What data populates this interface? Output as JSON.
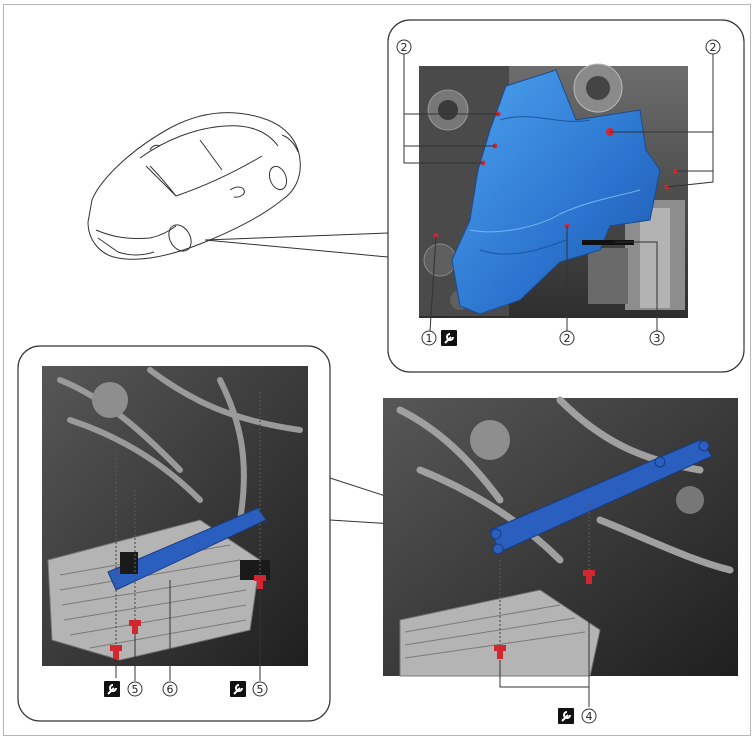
{
  "callouts": {
    "c1": "1",
    "c2": "2",
    "c3": "3",
    "c4": "4",
    "c5": "5",
    "c6": "6"
  },
  "icons": {
    "torque": "wrench-icon"
  },
  "colors": {
    "cover_blue": "#2f7fd8",
    "bolt_red": "#d42630",
    "member_blue": "#2a5fbf",
    "frame_gray": "#b5b5b5"
  }
}
